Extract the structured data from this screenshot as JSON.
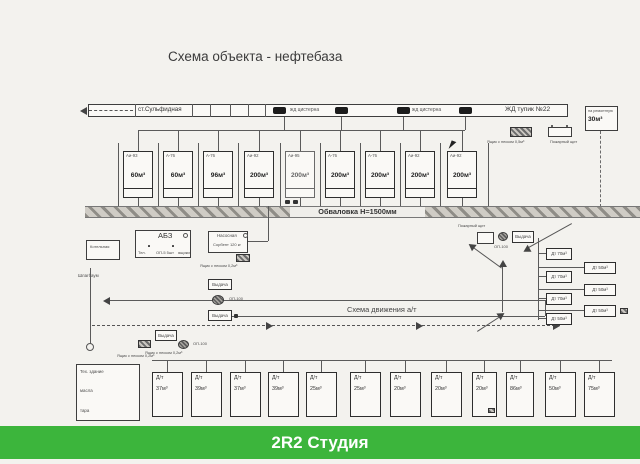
{
  "title": "Схема объекта - нефтебаза",
  "banner": {
    "text": "2R2 Студия",
    "color": "#3cb53c"
  },
  "railway": {
    "station": "ст.Сульфидная",
    "cistern_label_1": "жд цистерна",
    "cistern_label_2": "жд цистерна",
    "dead_end": "ЖД тупик №22",
    "repair_tank": {
      "line1": "на ремонтную",
      "line2": "30м³"
    }
  },
  "labels": {
    "sandbox_05": "Ящик с песком 0,5м³",
    "sandbox_02": "Ящик с песком 0,2м³",
    "fire_shield": "Пожарный щит",
    "op100": "ОП-100",
    "vydacha": "Выдача",
    "shlagbaum": "Шлагбаум",
    "traffic": "Схема движения а/т",
    "obvalovka": "Обваловка Н=1500мм"
  },
  "main_tanks": [
    {
      "fuel": "Аи-93",
      "volume": "60м³"
    },
    {
      "fuel": "А-76",
      "volume": "60м³"
    },
    {
      "fuel": "А-76",
      "volume": "96м³"
    },
    {
      "fuel": "Аи-92",
      "volume": "200м³"
    },
    {
      "fuel": "Аи-95",
      "volume": "200м³"
    },
    {
      "fuel": "А-76",
      "volume": "200м³"
    },
    {
      "fuel": "А-76",
      "volume": "200м³"
    },
    {
      "fuel": "Аи-92",
      "volume": "200м³"
    },
    {
      "fuel": "Аи-92",
      "volume": "200м³"
    }
  ],
  "buildings": {
    "kotelnaya": "Котельная",
    "abz": {
      "title": "АБЗ",
      "tel": "Тел.",
      "op5": "ОП-5 5шт",
      "yashchik": "ящики"
    },
    "nasosnaya": {
      "title": "Насосная",
      "sorbent": "Сорбент 120 кг"
    },
    "warehouse": {
      "line1": "Тех. здание",
      "line2": "масла",
      "line3": "тара"
    }
  },
  "diesel_right": {
    "left_column": [
      "Дт 70м³",
      "Дт 70м³",
      "Дт 70м³",
      "Дт 50м³"
    ],
    "right_column": [
      "Дт 50м³",
      "Дт 50м³",
      "Дт 50м³"
    ]
  },
  "bottom_tanks": [
    {
      "label": "Д/т",
      "volume": "37м³"
    },
    {
      "label": "Д/т",
      "volume": "39м³"
    },
    {
      "label": "Д/т",
      "volume": "37м³"
    },
    {
      "label": "Д/т",
      "volume": "39м³"
    },
    {
      "label": "Д/т",
      "volume": "25м³"
    },
    {
      "label": "Д/т",
      "volume": "25м³"
    },
    {
      "label": "Д/т",
      "volume": "20м³"
    },
    {
      "label": "Д/т",
      "volume": "20м³"
    },
    {
      "label": "Д/т",
      "volume": "20м³"
    },
    {
      "label": "Д/т",
      "volume": "86м³"
    },
    {
      "label": "Д/т",
      "volume": "50м³"
    },
    {
      "label": "Д/т",
      "volume": "75м³"
    }
  ]
}
